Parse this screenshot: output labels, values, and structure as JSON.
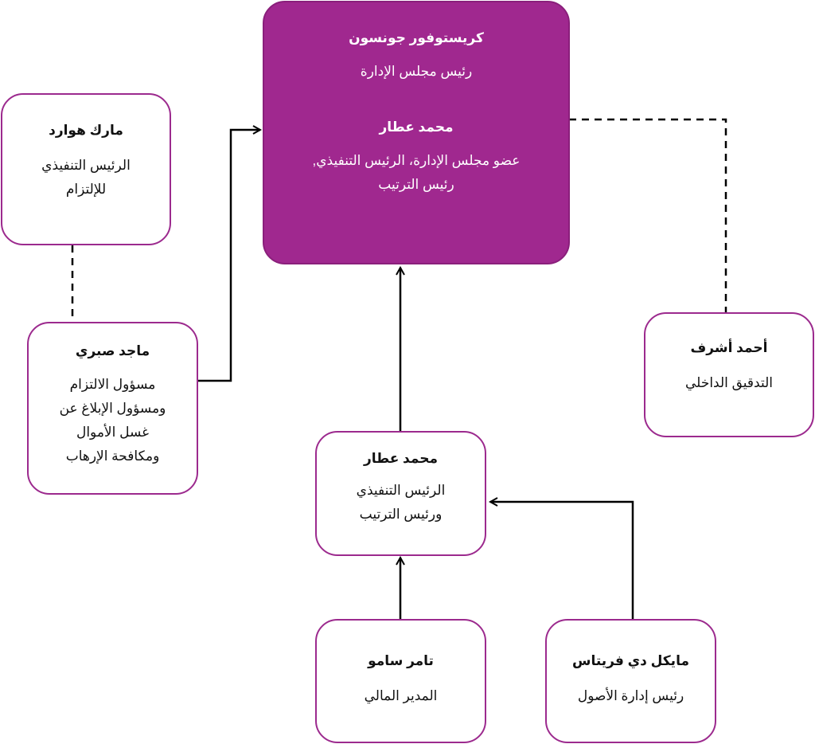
{
  "colors": {
    "accent": "#a0288f",
    "border": "#9c2a8e",
    "text": "#111111",
    "line": "#000000"
  },
  "nodes": {
    "board": {
      "chair_name": "كريستوفور جونسون",
      "chair_title": "رئيس مجلس الإدارة",
      "ceo_name": "محمد عطار",
      "ceo_title_line1": "عضو مجلس الإدارة، الرئيس التنفيذي,",
      "ceo_title_line2": "رئيس الترتيب"
    },
    "compliance_ceo": {
      "name": "مارك هوارد",
      "title_line1": "الرئيس التنفيذي",
      "title_line2": "للإلتزام"
    },
    "compliance_officer": {
      "name": "ماجد صبري",
      "title_line1": "مسؤول الالتزام",
      "title_line2": "ومسؤول الإبلاغ عن",
      "title_line3": "غسل الأموال",
      "title_line4": "ومكافحة الإرهاب"
    },
    "internal_audit": {
      "name": "أحمد أشرف",
      "title": "التدقيق الداخلي"
    },
    "ceo": {
      "name": "محمد عطار",
      "title_line1": "الرئيس التنفيذي",
      "title_line2": "ورئيس الترتيب"
    },
    "cfo": {
      "name": "تامر سامو",
      "title": "المدير المالي"
    },
    "asset_mgmt": {
      "name": "مايكل دي فريتاس",
      "title": "رئيس إدارة الأصول"
    }
  }
}
